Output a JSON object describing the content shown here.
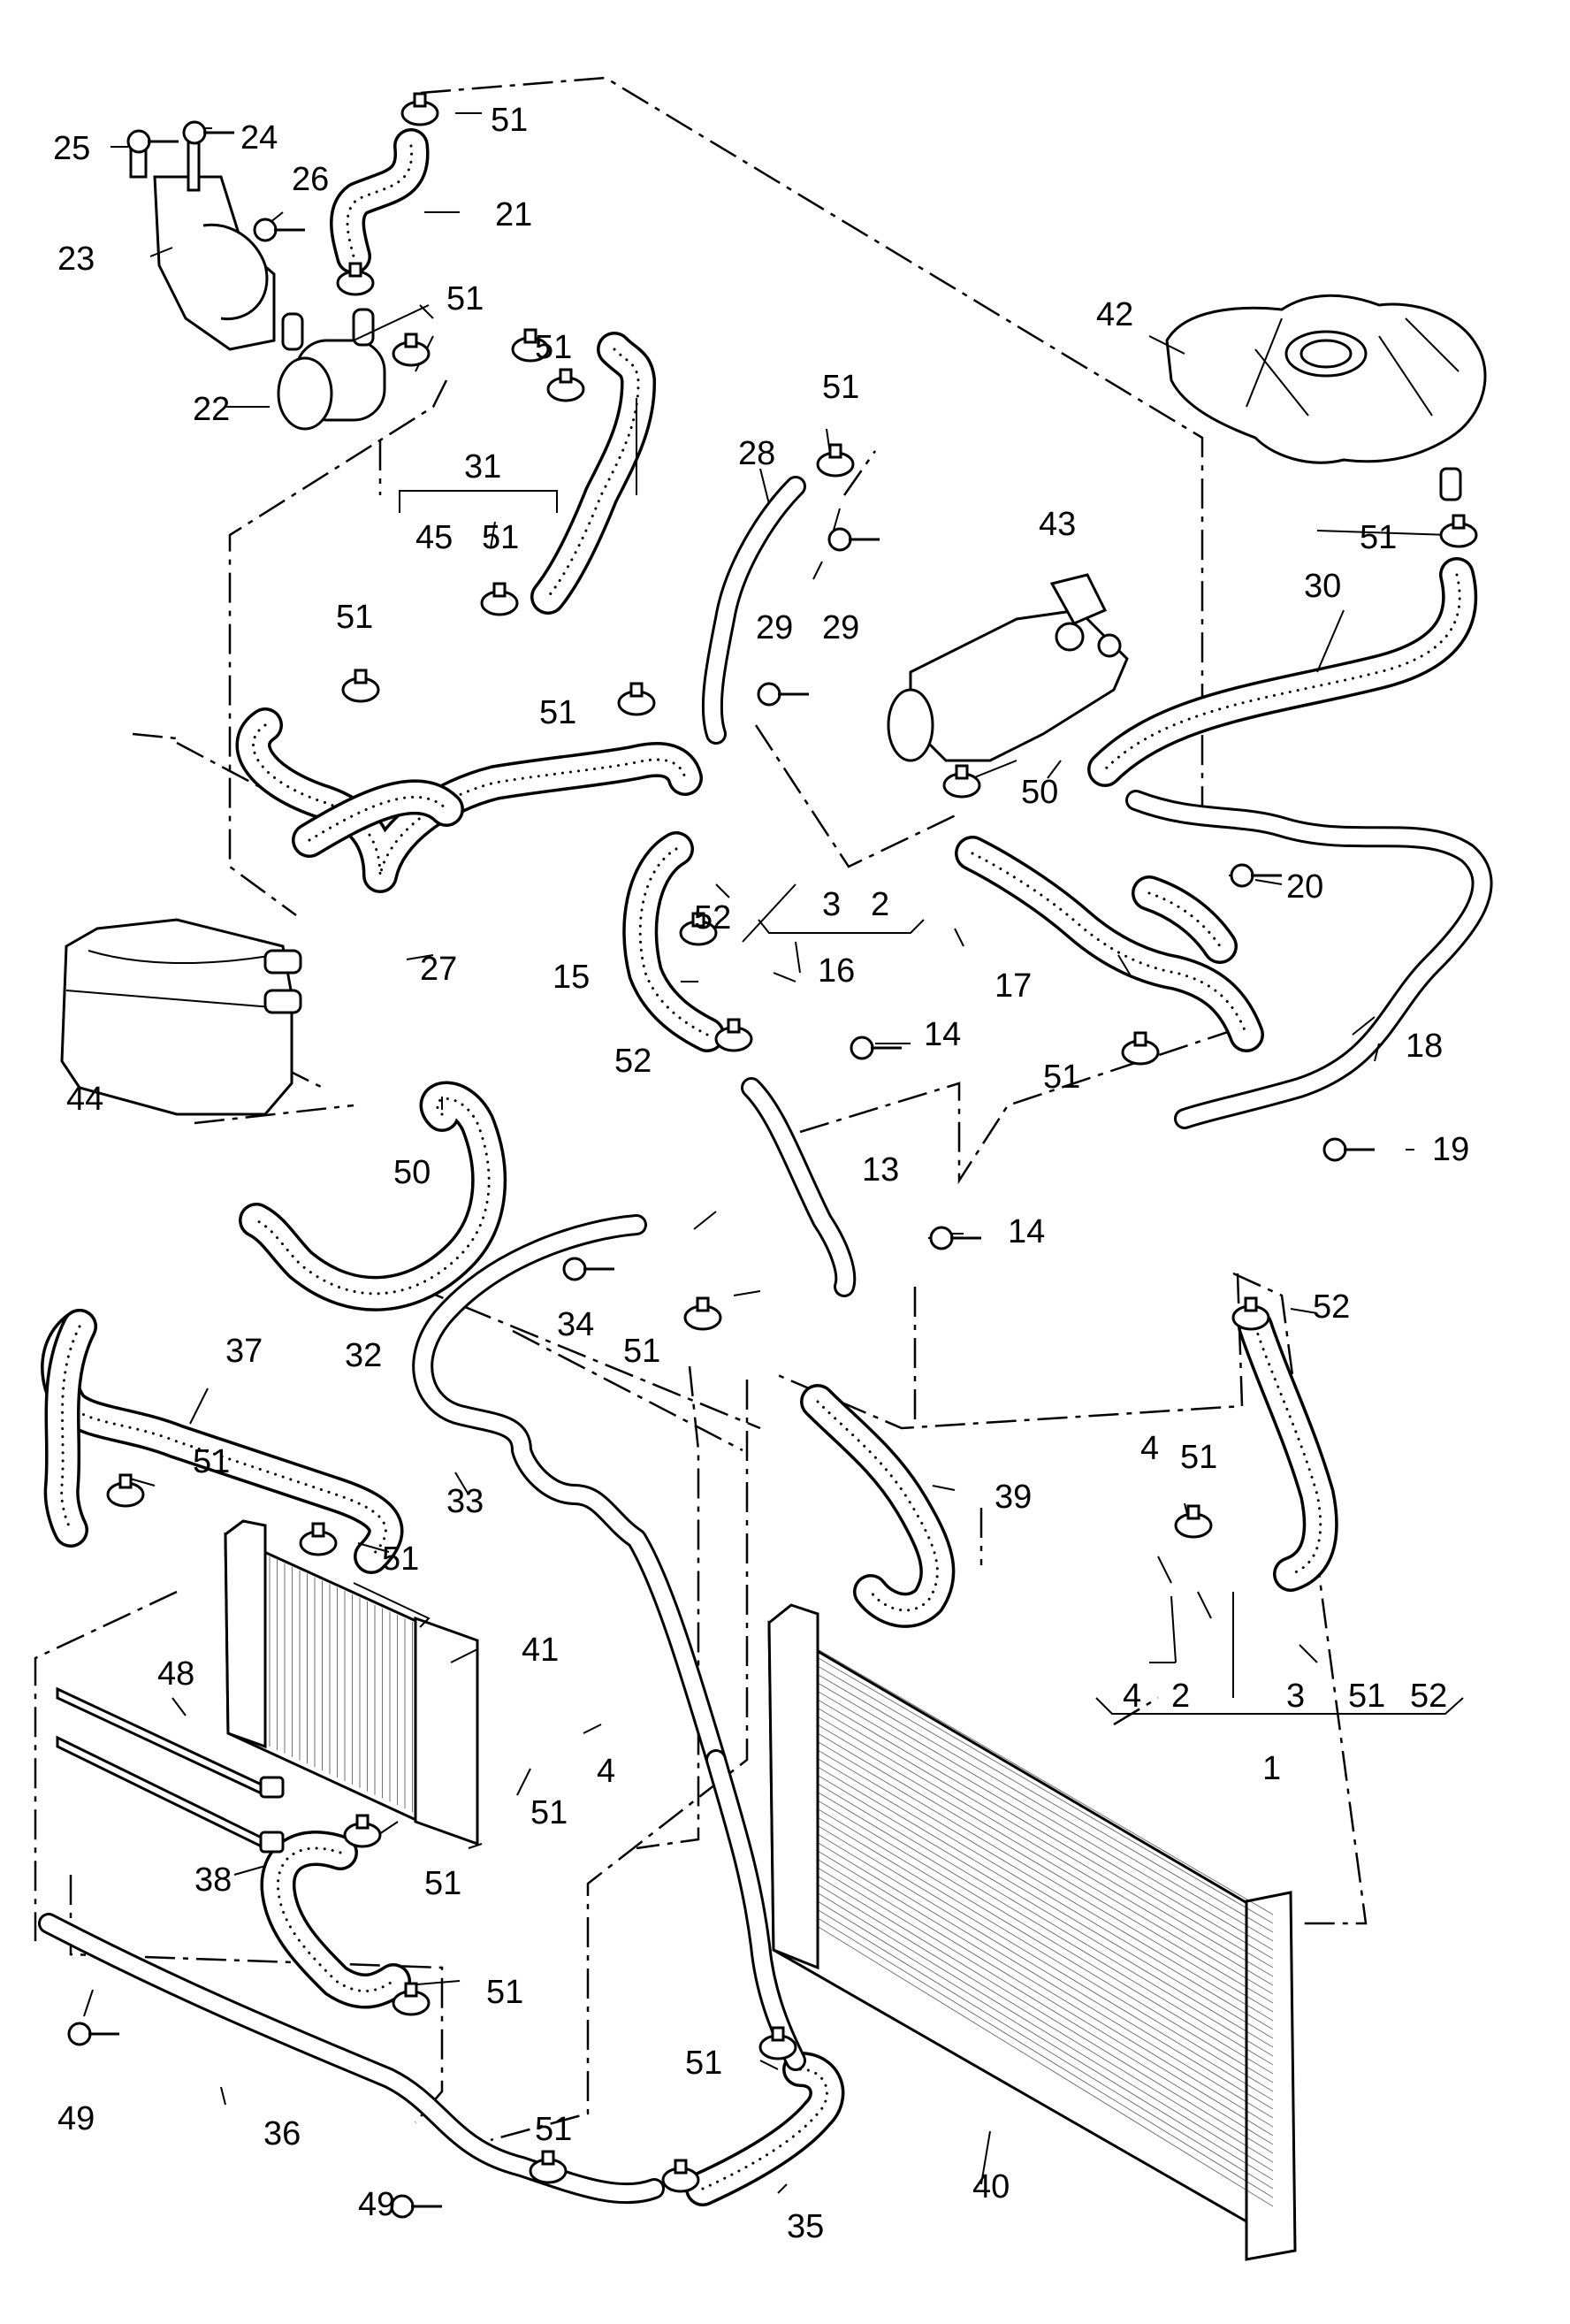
{
  "callouts": {
    "c1": "1",
    "c2a": "2",
    "c2b": "2",
    "c3a": "3",
    "c3b": "3",
    "c4a": "4",
    "c4b": "4",
    "c4c": "4",
    "c13": "13",
    "c14a": "14",
    "c14b": "14",
    "c15": "15",
    "c16": "16",
    "c17": "17",
    "c18": "18",
    "c19": "19",
    "c20": "20",
    "c21": "21",
    "c22": "22",
    "c23": "23",
    "c24": "24",
    "c25": "25",
    "c26": "26",
    "c27": "27",
    "c28": "28",
    "c29a": "29",
    "c29b": "29",
    "c30": "30",
    "c31": "31",
    "c32": "32",
    "c33": "33",
    "c34": "34",
    "c35": "35",
    "c36": "36",
    "c37": "37",
    "c38": "38",
    "c39": "39",
    "c40": "40",
    "c41": "41",
    "c42": "42",
    "c43": "43",
    "c44": "44",
    "c45": "45",
    "c48": "48",
    "c49a": "49",
    "c49b": "49",
    "c50a": "50",
    "c50b": "50",
    "c51_01": "51",
    "c51_02": "51",
    "c51_03": "51",
    "c51_04": "51",
    "c51_05": "51",
    "c51_06": "51",
    "c51_07": "51",
    "c51_08": "51",
    "c51_09": "51",
    "c51_10": "51",
    "c51_11": "51",
    "c51_12": "51",
    "c51_13": "51",
    "c51_14": "51",
    "c51_15": "51",
    "c51_16": "51",
    "c51_17": "51",
    "c51_18": "51",
    "c51_19": "51",
    "c52a": "52",
    "c52b": "52",
    "c52c": "52",
    "c52d": "52"
  }
}
